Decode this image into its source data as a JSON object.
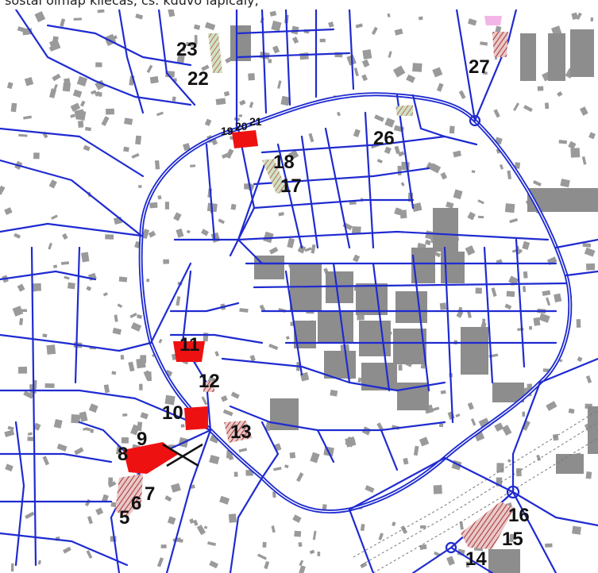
{
  "caption": "sostal olmap kliecas, cs. kduvo lapicaly,",
  "colors": {
    "background": "#ffffff",
    "road": "#1f2bd0",
    "building": "#9a9a9a",
    "highlight_red": "#ee1111",
    "hatched_site": "#c24a4a",
    "green_site": "#b9d7a8",
    "pink_area": "#f2b6e6"
  },
  "map": {
    "sites": [
      {
        "id": "site-23",
        "label": "23"
      },
      {
        "id": "site-22",
        "label": "22"
      },
      {
        "id": "site-27",
        "label": "27"
      },
      {
        "id": "site-19",
        "label": "19"
      },
      {
        "id": "site-20",
        "label": "20"
      },
      {
        "id": "site-21",
        "label": "21"
      },
      {
        "id": "site-26",
        "label": "26"
      },
      {
        "id": "site-18",
        "label": "18"
      },
      {
        "id": "site-17",
        "label": "17"
      },
      {
        "id": "site-11",
        "label": "11"
      },
      {
        "id": "site-12",
        "label": "12"
      },
      {
        "id": "site-10",
        "label": "10"
      },
      {
        "id": "site-13",
        "label": "13"
      },
      {
        "id": "site-9",
        "label": "9"
      },
      {
        "id": "site-8",
        "label": "8"
      },
      {
        "id": "site-7",
        "label": "7"
      },
      {
        "id": "site-6",
        "label": "6"
      },
      {
        "id": "site-5",
        "label": "5"
      },
      {
        "id": "site-16",
        "label": "16"
      },
      {
        "id": "site-15",
        "label": "15"
      },
      {
        "id": "site-14",
        "label": "14"
      }
    ]
  }
}
